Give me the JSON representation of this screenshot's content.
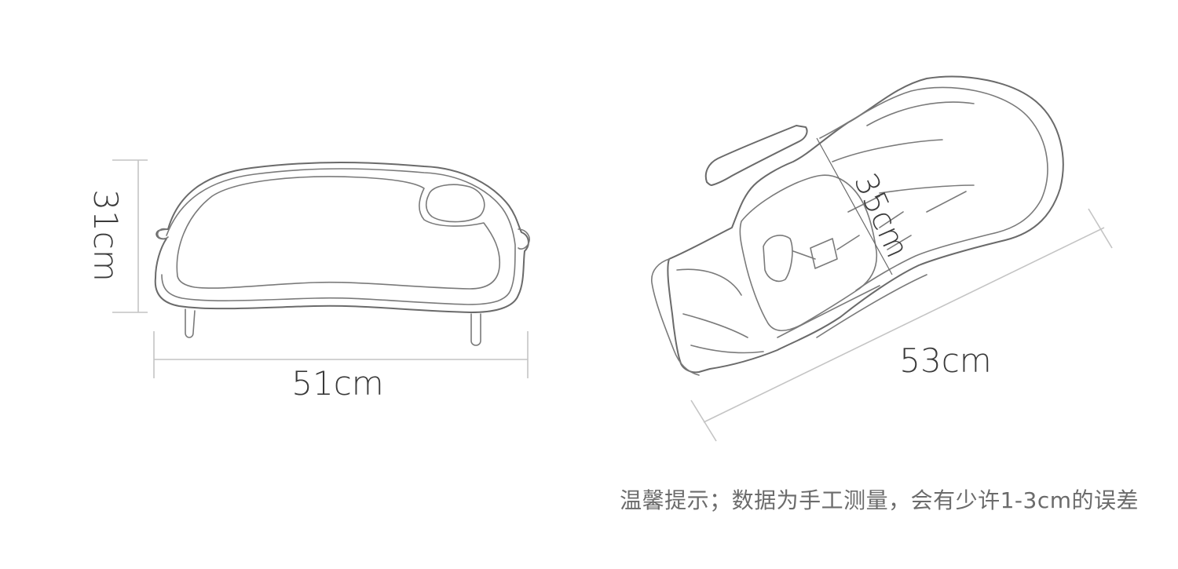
{
  "tray": {
    "height_label": "31cm",
    "width_label": "51cm"
  },
  "seat": {
    "length_label": "53cm",
    "width_label": "35cm"
  },
  "note": "温馨提示；数据为手工测量，会有少许1-3cm的误差",
  "colors": {
    "outline": "#6a6a6a",
    "guide": "#c4c4c4",
    "text": "#3a3a3a",
    "note": "#6b6b6b"
  }
}
